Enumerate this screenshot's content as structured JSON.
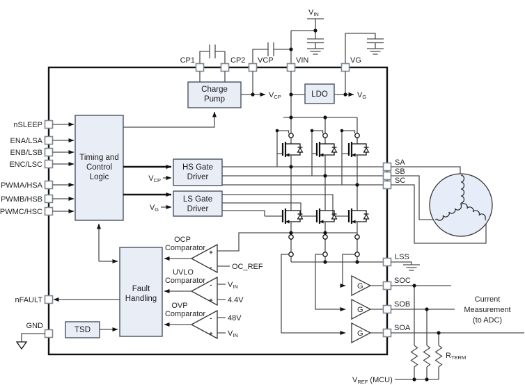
{
  "pins": {
    "top": [
      "CP1",
      "CP2",
      "VCP",
      "VIN",
      "VG"
    ],
    "left": [
      "nSLEEP",
      "ENA/LSA",
      "ENB/LSB",
      "ENC/LSC",
      "PWMA/HSA",
      "PWMB/HSB",
      "PWMC/HSC",
      "nFAULT",
      "GND"
    ],
    "right": [
      "SA",
      "SB",
      "SC",
      "LSS",
      "SOC",
      "SOB",
      "SOA"
    ]
  },
  "blocks": {
    "timing": {
      "line1": "Timing and",
      "line2": "Control",
      "line3": "Logic"
    },
    "charge_pump": {
      "line1": "Charge",
      "line2": "Pump"
    },
    "ldo": "LDO",
    "hs_driver": {
      "line1": "HS Gate",
      "line2": "Driver"
    },
    "ls_driver": {
      "line1": "LS Gate",
      "line2": "Driver"
    },
    "fault": {
      "line1": "Fault",
      "line2": "Handling"
    },
    "tsd": "TSD"
  },
  "comparators": {
    "ocp": {
      "name": "OCP",
      "type": "Comparator"
    },
    "uvlo": {
      "name": "UVLO",
      "type": "Comparator"
    },
    "ovp": {
      "name": "OVP",
      "type": "Comparator"
    }
  },
  "refs": {
    "oc_ref": "OC_REF",
    "uvlo_plus": "4.4V",
    "ovp_minus": "48V"
  },
  "signs": {
    "plus": "+",
    "minus": "-"
  },
  "amps": {
    "gain_label": "G"
  },
  "nets": {
    "vin": {
      "base": "V",
      "sub": "IN"
    },
    "vcp": {
      "base": "V",
      "sub": "CP"
    },
    "vg": {
      "base": "V",
      "sub": "G"
    },
    "vref": {
      "base": "V",
      "sub": "REF",
      "suffix": " (MCU)"
    },
    "rterm": {
      "base": "R",
      "sub": "TERM"
    }
  },
  "annotations": {
    "current_measurement": {
      "line1": "Current",
      "line2": "Measurement",
      "line3": "(to ADC)"
    }
  },
  "colors": {
    "block_fill": "#e9edf6",
    "wire": "#4d4d4d",
    "ink": "#111111"
  }
}
